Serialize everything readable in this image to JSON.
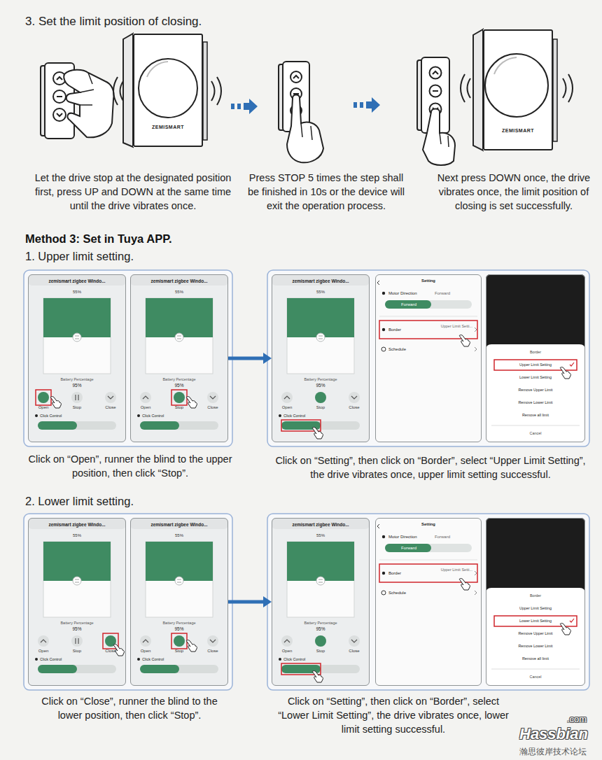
{
  "diagram": {
    "title": "3. Set the limit position of closing.",
    "nodes": [
      {
        "text": [
          "ZEMISMART"
        ]
      },
      {
        "text": [
          "ZEMISMART"
        ]
      },
      {
        "text": [
          "zemismart zigbee Windo...",
          "55%",
          "Battery Percentage",
          "95%",
          "Open",
          "Stop",
          "Close",
          "Click Control"
        ]
      },
      {
        "text": [
          "zemismart zigbee Windo...",
          "55%",
          "Battery Percentage",
          "95%",
          "Open",
          "Stop",
          "Close",
          "Click Control"
        ]
      },
      {
        "text": [
          "zemismart zigbee Windo...",
          "55%",
          "Battery Percentage",
          "95%",
          "Open",
          "Stop",
          "Close",
          "Click Control"
        ]
      },
      {
        "text": [
          "Setting",
          "Motor Direction",
          "Forward",
          "Forward",
          "Border",
          "Upper Limit Setti...",
          "Schedule"
        ]
      },
      {
        "text": [
          "Border",
          "Upper Limit Setting",
          "Lower Limit Setting",
          "Remove Upper Limit",
          "Remove Lower Limit",
          "Remove all limit",
          "Cancel"
        ]
      },
      {
        "text": [
          "zemismart zigbee Windo...",
          "55%",
          "Battery Percentage",
          "95%",
          "Open",
          "Stop",
          "Close",
          "Click Control"
        ]
      },
      {
        "text": [
          "zemismart zigbee Windo...",
          "55%",
          "Battery Percentage",
          "95%",
          "Open",
          "Stop",
          "Close",
          "Click Control"
        ]
      },
      {
        "text": [
          "zemismart zigbee Windo...",
          "55%",
          "Battery Percentage",
          "95%",
          "Open",
          "Stop",
          "Close",
          "Click Control"
        ]
      },
      {
        "text": [
          "Setting",
          "Motor Direction",
          "Forward",
          "Forward",
          "Border",
          "Upper Limit Setti...",
          "Schedule"
        ]
      },
      {
        "text": [
          "Border",
          "Upper Limit Setting",
          "Lower Limit Setting",
          "Remove Upper Limit",
          "Remove Lower Limit",
          "Remove all limit",
          "Cancel"
        ]
      }
    ],
    "edges": [
      {
        "from": 3,
        "to": 4,
        "arrow": "to"
      },
      {
        "from": 8,
        "to": 9,
        "arrow": "to"
      }
    ],
    "labels": [
      "Let the drive stop at the designated position first, press UP and DOWN at the same time until the drive vibrates once.",
      "Press STOP 5 times the step shall be finished in 10s or the device will exit the operation process.",
      "Next press DOWN once, the drive vibrates once, the limit position of closing is set successfully.",
      "Method 3: Set in Tuya APP.",
      "1. Upper limit setting.",
      "Click on “Open”, runner the blind to the upper position, then click “Stop”.",
      "Click on “Setting”, then click on “Border”, select “Upper Limit Setting”, the drive vibrates once, upper limit setting successful.",
      "2. Lower limit setting.",
      "Click on “Close”, runner the blind to the lower position, then click “Stop”.",
      "Click on “Setting”, then click on “Border”, select “Lower Limit Setting”, the drive vibrates once, lower limit setting successful.",
      "Hassbian",
      ".com",
      "瀚思彼岸技术论坛"
    ]
  }
}
